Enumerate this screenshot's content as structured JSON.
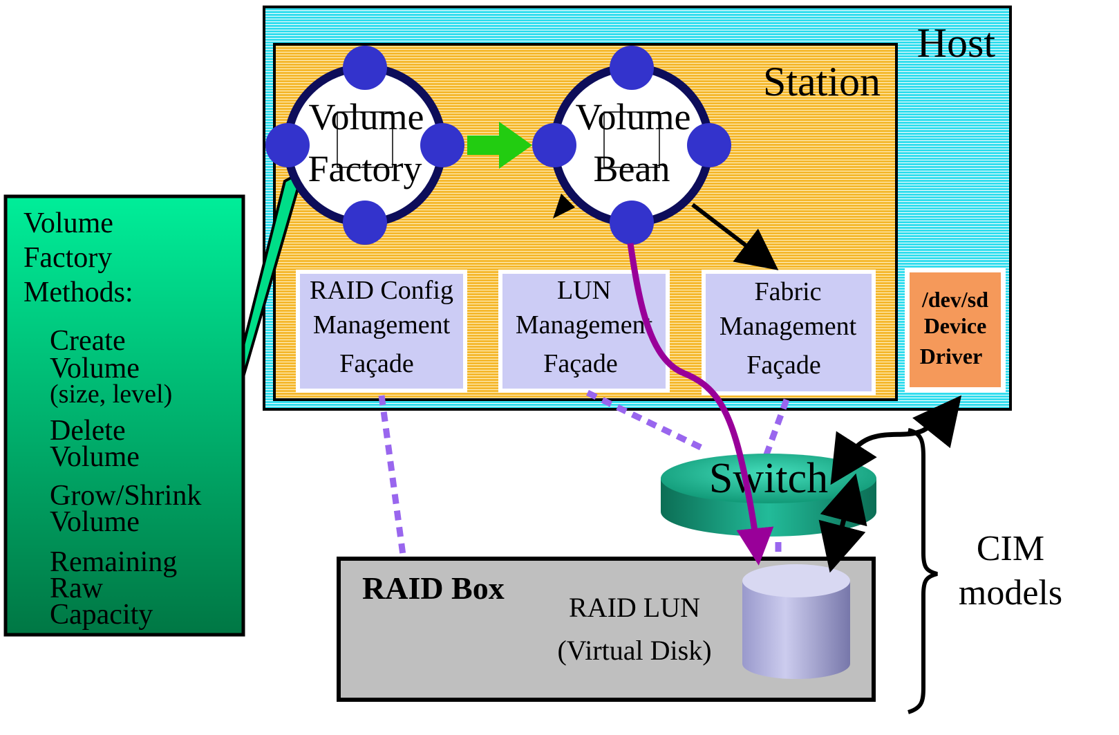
{
  "host": {
    "label": "Host"
  },
  "station": {
    "label": "Station"
  },
  "volume_factory": {
    "line1": "Volume",
    "line2": "Factory"
  },
  "volume_bean": {
    "line1": "Volume",
    "line2": "Bean"
  },
  "facades": [
    {
      "line1": "RAID Config",
      "line2": "Management",
      "line3": "Façade"
    },
    {
      "line1": "LUN",
      "line2": "Management",
      "line3": "Façade"
    },
    {
      "line1": "Fabric",
      "line2": "Management",
      "line3": "Façade"
    }
  ],
  "device_driver": {
    "line1": "/dev/sd",
    "line2": "Device",
    "line3": "Driver"
  },
  "methods": {
    "title": [
      "Volume",
      "Factory",
      "Methods:"
    ],
    "items": [
      [
        "Create",
        "Volume",
        "(size, level)"
      ],
      [
        "Delete",
        "Volume"
      ],
      [
        "Grow/Shrink",
        "Volume"
      ],
      [
        "Remaining",
        "Raw",
        "Capacity"
      ]
    ]
  },
  "switch": {
    "label": "Switch"
  },
  "raid_box": {
    "label": "RAID Box",
    "lun_line1": "RAID LUN",
    "lun_line2": "(Virtual Disk)"
  },
  "cim": {
    "line1": "CIM",
    "line2": "models"
  },
  "colors": {
    "host_fill": "#33ddee",
    "station_fill": "#f5b82e",
    "facade_fill": "#ccccf5",
    "node_fill": "#3333cc",
    "ring": "#0d0d5a",
    "methods_fill": "#00cc77",
    "driver_fill": "#f5995a",
    "switch_fill": "#119977",
    "raid_box_fill": "#bfbfbf",
    "green_arrow": "#22cc11",
    "purple_arrow": "#990099",
    "dotted": "#9966ee"
  }
}
